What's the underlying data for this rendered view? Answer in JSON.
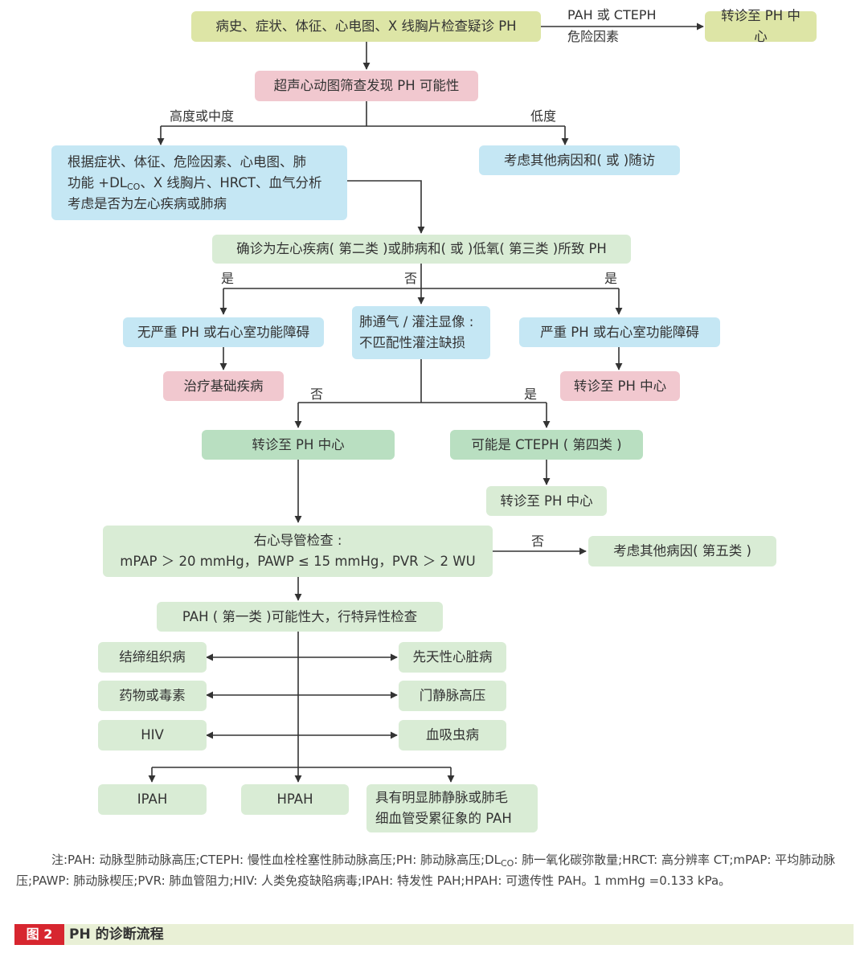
{
  "flow": {
    "start": "病史、症状、体征、心电图、X 线胸片检查疑诊 PH",
    "edge_top_1": "PAH 或 CTEPH",
    "edge_top_2": "危险因素",
    "refer_top": "转诊至 PH 中心",
    "echo": "超声心动图筛查发现 PH 可能性",
    "prob_high": "高度或中度",
    "prob_low": "低度",
    "eval_line1": "根据症状、体征、危险因素、心电图、肺",
    "eval_line2_pre": "功能 +DL",
    "eval_line2_sub": "CO",
    "eval_line2_post": "、X 线胸片、HRCT、血气分析",
    "eval_line3": "考虑是否为左心疾病或肺病",
    "other_followup": "考虑其他病因和( 或 )随访",
    "confirm": "确诊为左心疾病( 第二类 )或肺病和( 或 )低氧( 第三类 )所致 PH",
    "yes_left": "是",
    "no_mid": "否",
    "yes_right": "是",
    "no_severe": "无严重 PH 或右心室功能障碍",
    "vq_line1": "肺通气 / 灌注显像 :",
    "vq_line2": "不匹配性灌注缺损",
    "severe": "严重 PH 或右心室功能障碍",
    "treat_base": "治疗基础疾病",
    "refer_right": "转诊至 PH 中心",
    "no_vq": "否",
    "yes_vq": "是",
    "refer_mid": "转诊至 PH 中心",
    "cteph": "可能是 CTEPH ( 第四类 )",
    "refer_cteph": "转诊至 PH 中心",
    "rhc_line1": "右心导管检查 :",
    "rhc_line2": "mPAP ＞ 20 mmHg，PAWP ≤ 15 mmHg，PVR ＞ 2 WU",
    "no_rhc": "否",
    "other_group5": "考虑其他病因( 第五类 )",
    "pah": "PAH ( 第一类 )可能性大，行特异性检查",
    "ctd": "结缔组织病",
    "chd": "先天性心脏病",
    "drug": "药物或毒素",
    "portal": "门静脉高压",
    "hiv": "HIV",
    "schisto": "血吸虫病",
    "ipah": "IPAH",
    "hpah": "HPAH",
    "pvod_line1": "具有明显肺静脉或肺毛",
    "pvod_line2": "细血管受累征象的 PAH"
  },
  "note": {
    "p1": "注:PAH: 动脉型肺动脉高压;CTEPH: 慢性血栓栓塞性肺动脉高压;PH: 肺动脉高压;DL",
    "p1_sub": "CO",
    "p2": ": 肺一氧化碳弥散量;HRCT: 高分辨率 CT;mPAP: 平均肺动脉压;PAWP: 肺动脉楔压;PVR: 肺血管阻力;HIV: 人类免疫缺陷病毒;IPAH: 特发性 PAH;HPAH: 可遗传性 PAH。1 mmHg =0.133 kPa。"
  },
  "caption": {
    "tag": "图 2",
    "title": "PH 的诊断流程"
  },
  "colors": {
    "yellow": "#dde5a6",
    "pink": "#f1c8cf",
    "blue": "#c5e7f4",
    "light_green": "#d9ecd5",
    "mid_green": "#b9dfc1",
    "line": "#333333",
    "caption_red": "#d7262f"
  }
}
